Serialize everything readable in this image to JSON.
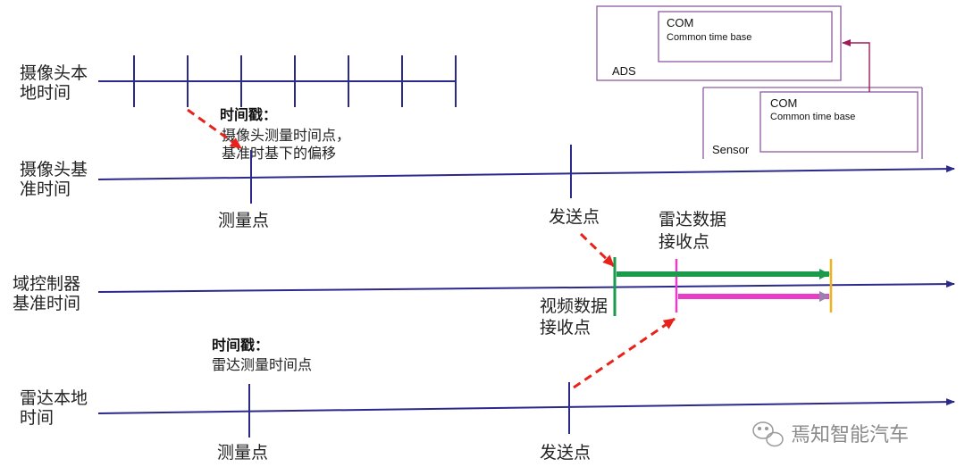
{
  "timelines": {
    "camera_local": "摄像头本\n地时间",
    "camera_base": "摄像头基\n准时间",
    "domain_controller": "域控制器\n基准时间",
    "radar_local": "雷达本地\n时间"
  },
  "annotations": {
    "camera_timestamp_title": "时间戳：",
    "camera_timestamp_body": "摄像头测量时间点，\n基准时基下的偏移",
    "camera_measure_point": "测量点",
    "camera_send_point": "发送点",
    "radar_receive": "雷达数据\n接收点",
    "video_receive": "视频数据\n接收点",
    "radar_timestamp_title": "时间戳：",
    "radar_timestamp_body": "雷达测量时间点",
    "radar_measure_point": "测量点",
    "radar_send_point": "发送点"
  },
  "boxes": {
    "ads": {
      "name": "ADS",
      "com": "COM",
      "time_base": "Common time base"
    },
    "sensor": {
      "name": "Sensor",
      "com": "COM",
      "time_base": "Common time base"
    }
  },
  "watermark": "焉知智能汽车",
  "colors": {
    "axis": "#2b2a8a",
    "dashed": "#e8221b",
    "green": "#1a9a4a",
    "magenta": "#e83cc9",
    "yellow": "#f2b21a",
    "box": "#8d5aa2",
    "link": "#a0195a"
  }
}
